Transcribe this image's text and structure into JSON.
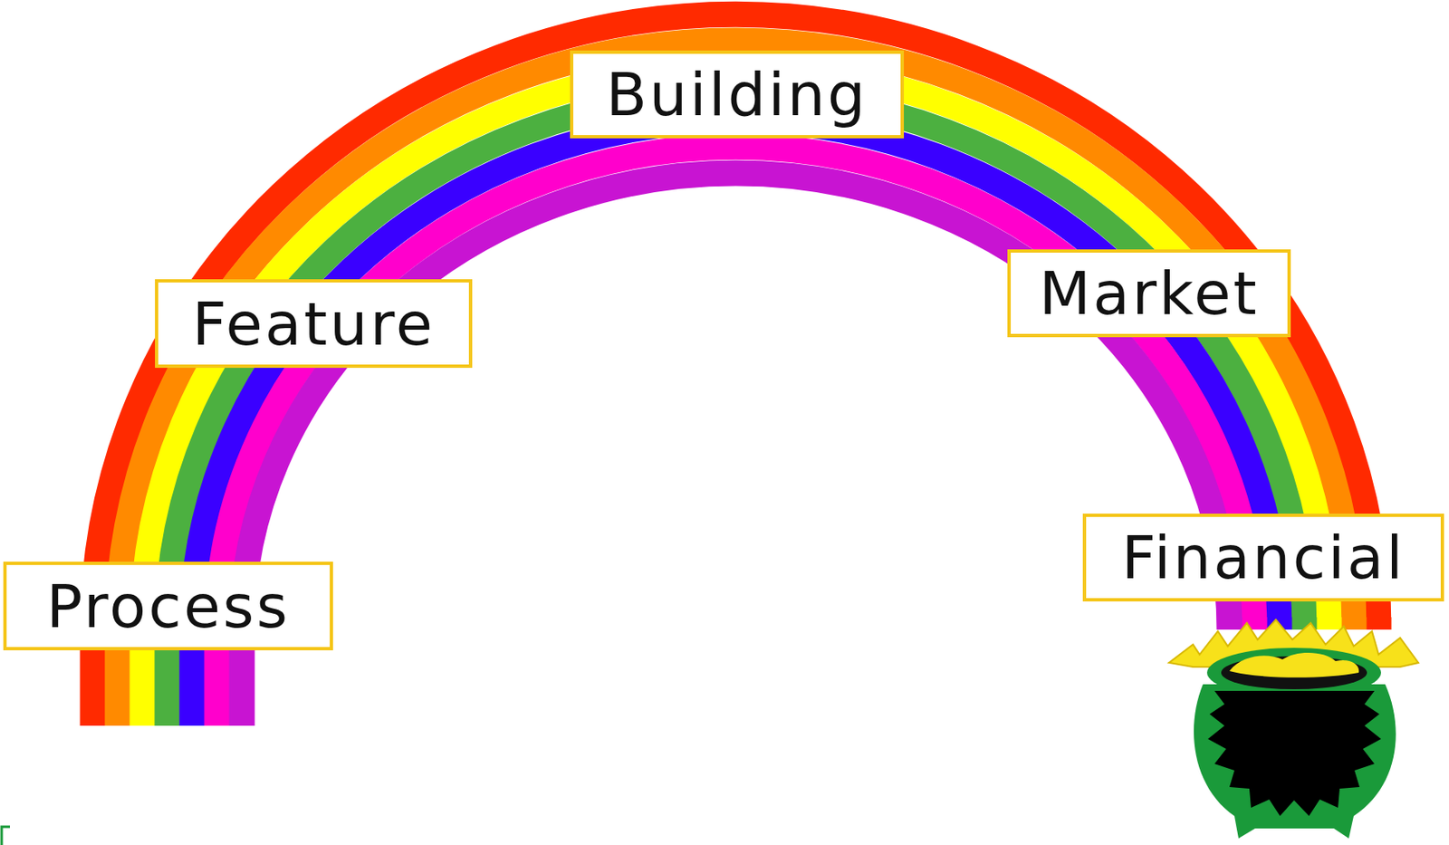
{
  "diagram": {
    "nodes": [
      {
        "text": [
          "Process"
        ]
      },
      {
        "text": [
          "Feature"
        ]
      },
      {
        "text": [
          "Building"
        ]
      },
      {
        "text": [
          "Market"
        ]
      },
      {
        "text": [
          "Financial"
        ]
      }
    ]
  }
}
